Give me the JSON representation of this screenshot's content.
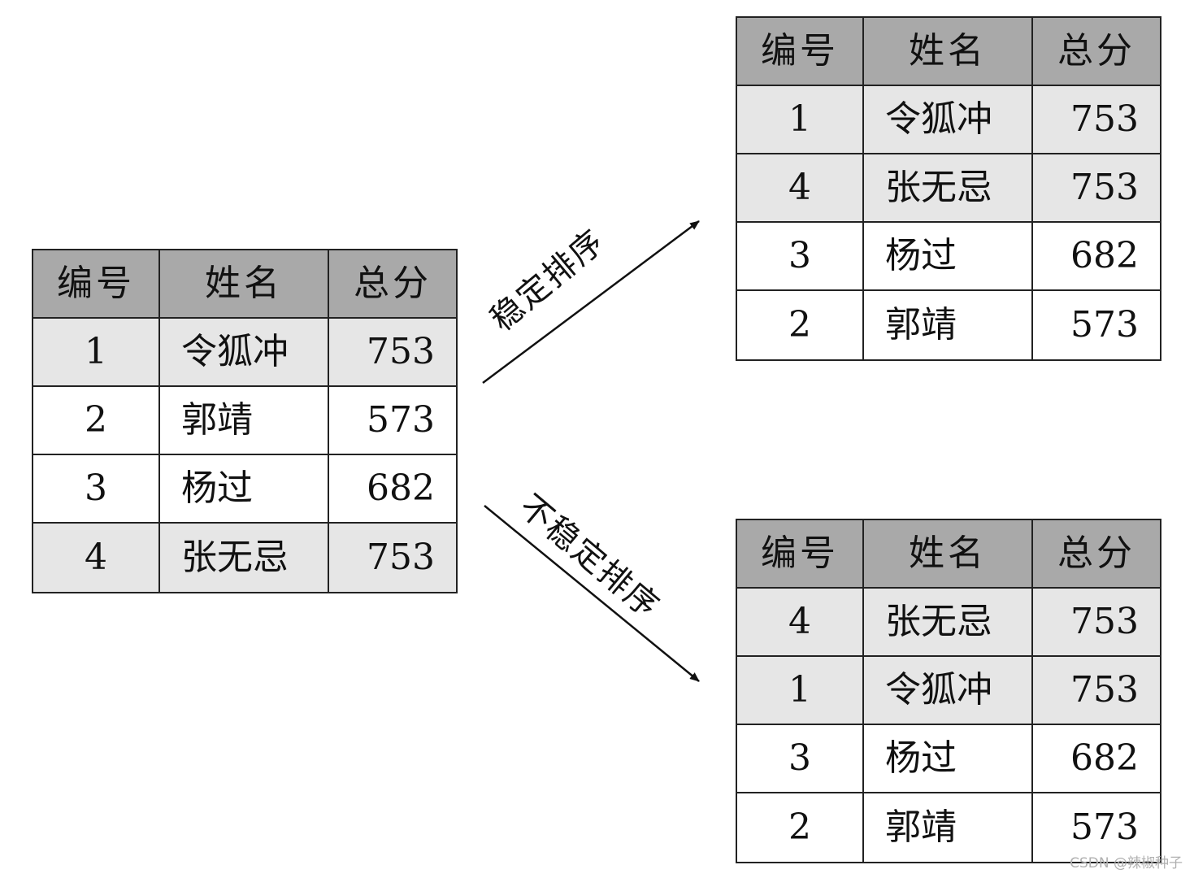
{
  "headers": [
    "编号",
    "姓名",
    "总分"
  ],
  "tables": {
    "original": [
      {
        "id": "1",
        "name": "令狐冲",
        "score": "753",
        "shade": "gray"
      },
      {
        "id": "2",
        "name": "郭靖",
        "score": "573",
        "shade": "white"
      },
      {
        "id": "3",
        "name": "杨过",
        "score": "682",
        "shade": "white"
      },
      {
        "id": "4",
        "name": "张无忌",
        "score": "753",
        "shade": "gray"
      }
    ],
    "stable": [
      {
        "id": "1",
        "name": "令狐冲",
        "score": "753",
        "shade": "gray"
      },
      {
        "id": "4",
        "name": "张无忌",
        "score": "753",
        "shade": "gray"
      },
      {
        "id": "3",
        "name": "杨过",
        "score": "682",
        "shade": "white"
      },
      {
        "id": "2",
        "name": "郭靖",
        "score": "573",
        "shade": "white"
      }
    ],
    "unstable": [
      {
        "id": "4",
        "name": "张无忌",
        "score": "753",
        "shade": "gray"
      },
      {
        "id": "1",
        "name": "令狐冲",
        "score": "753",
        "shade": "gray"
      },
      {
        "id": "3",
        "name": "杨过",
        "score": "682",
        "shade": "white"
      },
      {
        "id": "2",
        "name": "郭靖",
        "score": "573",
        "shade": "white"
      }
    ]
  },
  "arrows": {
    "stable_label": "稳定排序",
    "unstable_label": "不稳定排序"
  },
  "watermark": "CSDN @辣椒种子",
  "colors": {
    "header_bg": "#a9a9a9",
    "highlight_row_bg": "#e6e6e6",
    "border": "#222222"
  }
}
